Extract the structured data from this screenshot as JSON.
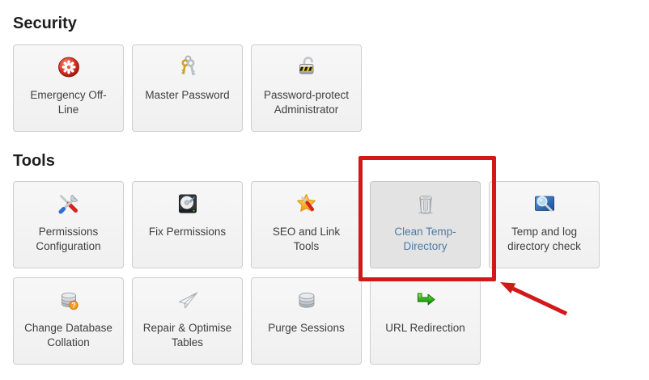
{
  "sections": [
    {
      "title": "Security",
      "buttons": [
        {
          "label": "Emergency Off-Line",
          "icon": "emergency-offline-icon"
        },
        {
          "label": "Master Password",
          "icon": "keys-icon"
        },
        {
          "label": "Password-protect Administrator",
          "icon": "open-padlock-icon"
        }
      ]
    },
    {
      "title": "Tools",
      "buttons": [
        {
          "label": "Permissions Configuration",
          "icon": "crossed-tools-icon"
        },
        {
          "label": "Fix Permissions",
          "icon": "hard-disk-icon"
        },
        {
          "label": "SEO and Link Tools",
          "icon": "star-screwdriver-icon"
        },
        {
          "label": "Clean Temp-Directory",
          "icon": "trash-can-icon",
          "highlighted": true
        },
        {
          "label": "Temp and log directory check",
          "icon": "blue-magnifier-icon"
        },
        {
          "label": "Change Database Collation",
          "icon": "database-question-icon"
        },
        {
          "label": "Repair & Optimise Tables",
          "icon": "paper-plane-icon"
        },
        {
          "label": "Purge Sessions",
          "icon": "database-icon"
        },
        {
          "label": "URL Redirection",
          "icon": "green-redirect-arrow-icon"
        }
      ]
    }
  ],
  "annotation": {
    "highlighted_button": "Clean Temp-Directory",
    "shape": "rectangle-with-arrow",
    "color": "#d2191a"
  },
  "colors": {
    "page_background": "#ffffff",
    "heading_text": "#1e1e1e",
    "button_background": "#f3f3f3",
    "button_border": "#cdcdcd",
    "button_label": "#3f3f3f",
    "highlighted_button_background": "#e3e3e3",
    "highlighted_button_label": "#4e7ba6"
  }
}
